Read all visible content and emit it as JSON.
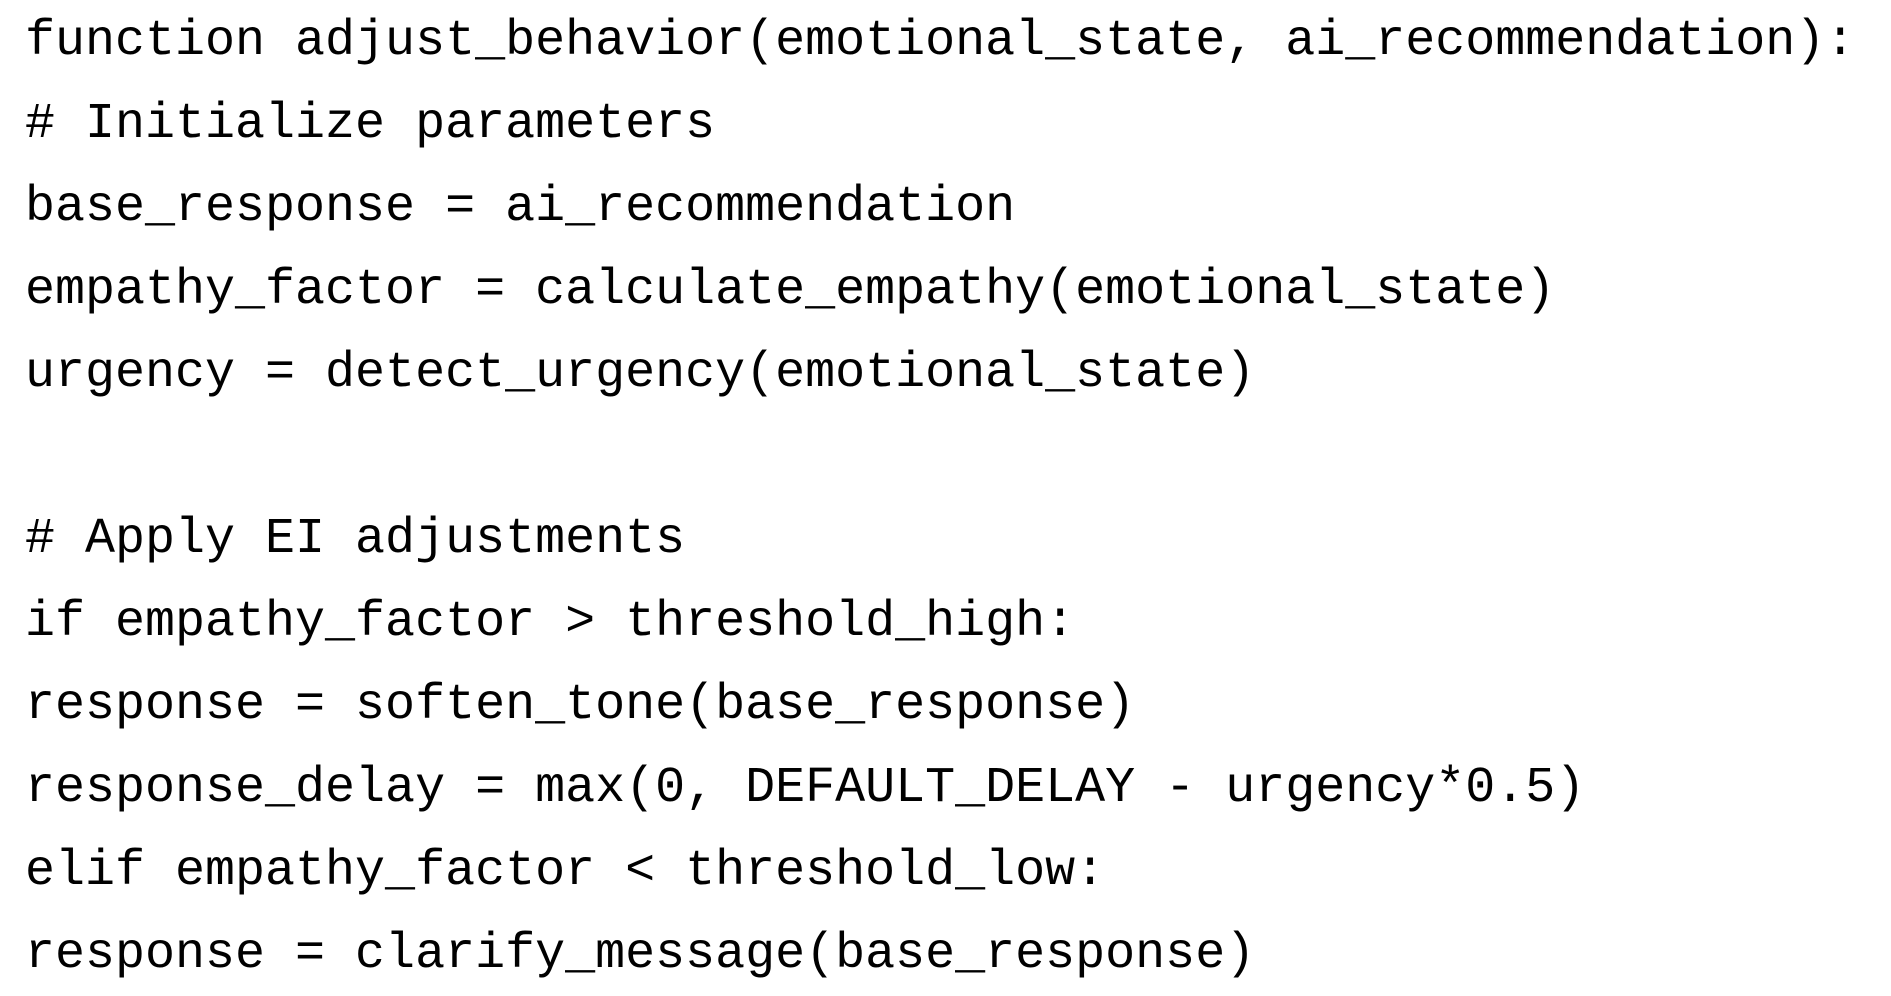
{
  "page": {
    "background_color": "#ffffff",
    "text_color": "#000000"
  },
  "code": {
    "lines": [
      "function adjust_behavior(emotional_state, ai_recommendation):",
      "# Initialize parameters",
      "base_response = ai_recommendation",
      "empathy_factor = calculate_empathy(emotional_state)",
      "urgency = detect_urgency(emotional_state)",
      "",
      "# Apply EI adjustments",
      "if empathy_factor > threshold_high:",
      "response = soften_tone(base_response)",
      "response_delay = max(0, DEFAULT_DELAY - urgency*0.5)",
      "elif empathy_factor < threshold_low:",
      "response = clarify_message(base_response)"
    ]
  }
}
